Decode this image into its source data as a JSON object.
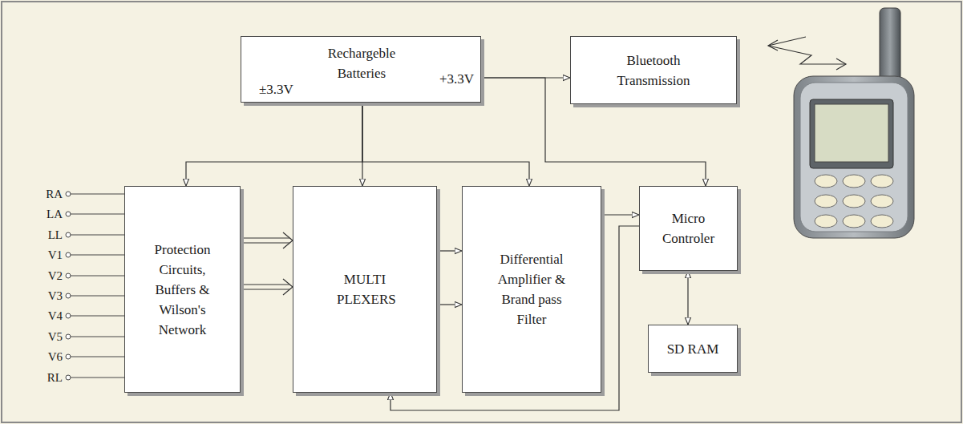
{
  "diagram": {
    "nodes": [
      {
        "text": [
          "Rechargeble Batteries",
          "+3.3V",
          "±3.3V"
        ]
      },
      {
        "text": [
          "Bluetooth Transmission"
        ]
      },
      {
        "text": [
          "Protection Circuits, Buffers & Wilson's Network"
        ]
      },
      {
        "text": [
          "MULTI PLEXERS"
        ]
      },
      {
        "text": [
          "Differential Amplifier & Brand pass Filter"
        ]
      },
      {
        "text": [
          "Micro Controler"
        ]
      },
      {
        "text": [
          "SD RAM"
        ]
      }
    ],
    "edges": [
      {
        "from": 0,
        "to": 1,
        "arrow": "to"
      },
      {
        "from": 0,
        "to": 5,
        "arrow": "to"
      },
      {
        "from": 0,
        "to": 2,
        "arrow": "to"
      },
      {
        "from": 0,
        "to": 3,
        "arrow": "to"
      },
      {
        "from": 0,
        "to": 4,
        "arrow": "to"
      },
      {
        "from": 2,
        "to": 3,
        "arrow": "to"
      },
      {
        "from": 2,
        "to": 3,
        "arrow": "to"
      },
      {
        "from": 3,
        "to": 4,
        "arrow": "to"
      },
      {
        "from": 3,
        "to": 4,
        "arrow": "to"
      },
      {
        "from": 4,
        "to": 5,
        "arrow": "to"
      },
      {
        "from": 5,
        "to": 3,
        "arrow": "to"
      },
      {
        "from": 5,
        "to": 6,
        "arrow": "both"
      }
    ],
    "labels": [
      "RA",
      "LA",
      "LL",
      "V1",
      "V2",
      "V3",
      "V4",
      "V5",
      "V6",
      "RL"
    ]
  }
}
